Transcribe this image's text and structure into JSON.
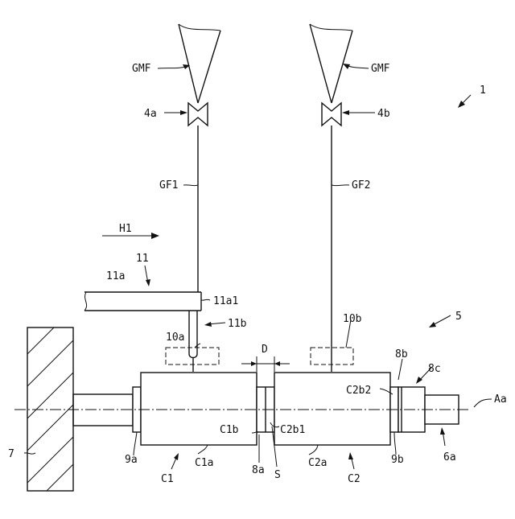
{
  "labels": {
    "system": "1",
    "gmf_left": "GMF",
    "gmf_right": "GMF",
    "guide_left": "4a",
    "guide_right": "4b",
    "gf1": "GF1",
    "gf2": "GF2",
    "h1": "H1",
    "traverse": "11",
    "traverse_arm": "11a",
    "traverse_tip": "11a1",
    "hook": "11b",
    "assembly": "5",
    "region_left": "10a",
    "region_right": "10b",
    "gap": "D",
    "flange_right": "8b",
    "collar": "8c",
    "c2b2": "C2b2",
    "axis": "Aa",
    "c1b": "C1b",
    "c2b1": "C2b1",
    "motor": "7",
    "nine_a": "9a",
    "c1a": "C1a",
    "eight_a": "8a",
    "c2a": "C2a",
    "nine_b": "9b",
    "six_a": "6a",
    "c1": "C1",
    "s": "S",
    "c2": "C2"
  }
}
